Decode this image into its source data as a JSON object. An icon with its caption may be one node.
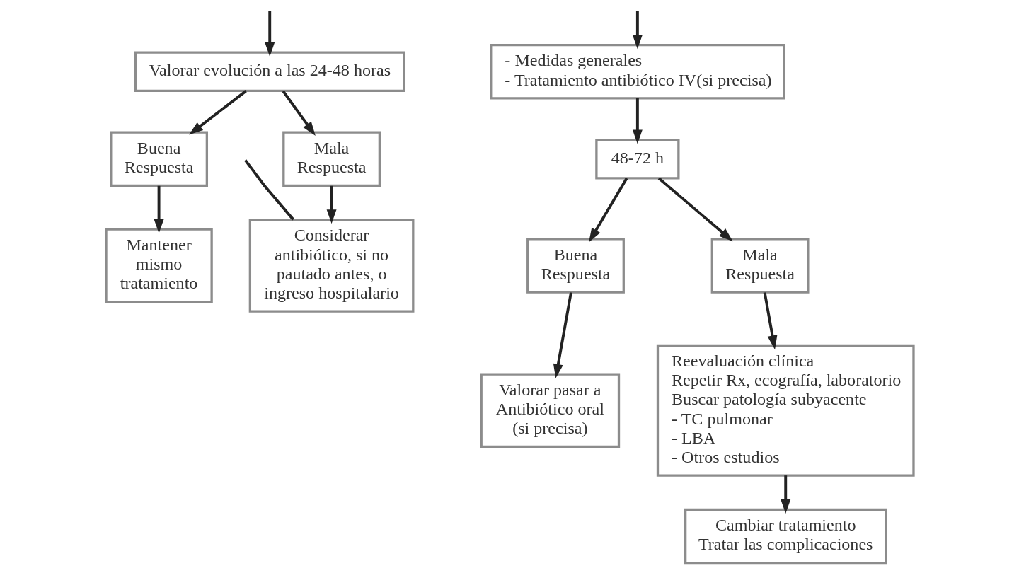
{
  "diagram": {
    "nodes": [
      {
        "text": [
          "Valorar evolución a las 24-48 horas"
        ]
      },
      {
        "text": [
          "Buena Respuesta"
        ]
      },
      {
        "text": [
          "Mala Respuesta"
        ]
      },
      {
        "text": [
          "Mantener mismo tratamiento"
        ]
      },
      {
        "text": [
          "Considerar antibiótico, si no pautado antes, o ingreso hospitalario"
        ]
      },
      {
        "text": [
          "- Medidas generales",
          "- Tratamiento antibiótico IV(si precisa)"
        ]
      },
      {
        "text": [
          "48-72 h"
        ]
      },
      {
        "text": [
          "Buena Respuesta"
        ]
      },
      {
        "text": [
          "Mala Respuesta"
        ]
      },
      {
        "text": [
          "Valorar pasar a Antibiótico oral (si precisa)"
        ]
      },
      {
        "text": [
          "Reevaluación clínica",
          "Repetir Rx, ecografía, laboratorio",
          "Buscar patología subyacente",
          "- TC pulmonar",
          "- LBA",
          "- Otros estudios"
        ]
      },
      {
        "text": [
          "Cambiar tratamiento",
          "Tratar las complicaciones"
        ]
      }
    ],
    "edges": [
      {
        "from": null,
        "to": 0,
        "arrow": "to"
      },
      {
        "from": 0,
        "to": 1,
        "arrow": "to"
      },
      {
        "from": 0,
        "to": 2,
        "arrow": "to"
      },
      {
        "from": 1,
        "to": 3,
        "arrow": "to"
      },
      {
        "from": 2,
        "to": 4,
        "arrow": "to"
      },
      {
        "from": null,
        "to": 4,
        "arrow": "none"
      },
      {
        "from": null,
        "to": 5,
        "arrow": "to"
      },
      {
        "from": 5,
        "to": 6,
        "arrow": "to"
      },
      {
        "from": 6,
        "to": 7,
        "arrow": "to"
      },
      {
        "from": 6,
        "to": 8,
        "arrow": "to"
      },
      {
        "from": 7,
        "to": 9,
        "arrow": "to"
      },
      {
        "from": 8,
        "to": 10,
        "arrow": "to"
      },
      {
        "from": 10,
        "to": 11,
        "arrow": "to"
      }
    ]
  }
}
